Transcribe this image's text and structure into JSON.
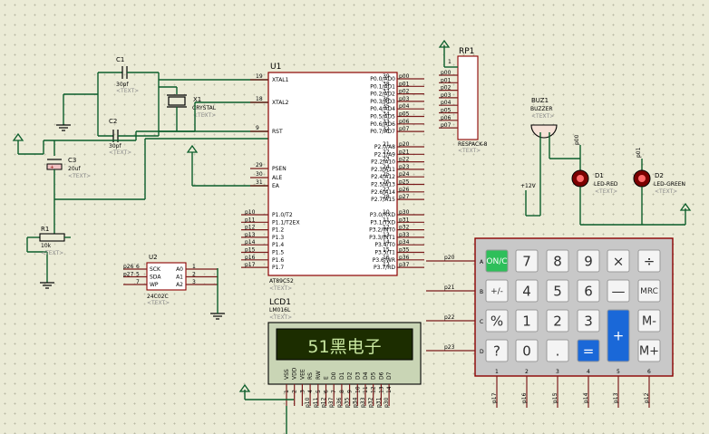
{
  "mcu": {
    "ref": "U1",
    "part": "AT89C52",
    "text": "<TEXT>",
    "left_pins": [
      {
        "num": "19",
        "name": "XTAL1"
      },
      {
        "num": "18",
        "name": "XTAL2"
      },
      {
        "num": "9",
        "name": "RST"
      },
      {
        "num": "29",
        "name": "PSEN"
      },
      {
        "num": "30",
        "name": "ALE"
      },
      {
        "num": "31",
        "name": "EA"
      }
    ],
    "p1_pins": [
      {
        "num": "1",
        "name": "P1.0/T2",
        "net": "p10"
      },
      {
        "num": "2",
        "name": "P1.1/T2EX",
        "net": "p11"
      },
      {
        "num": "3",
        "name": "P1.2",
        "net": "p12"
      },
      {
        "num": "4",
        "name": "P1.3",
        "net": "p13"
      },
      {
        "num": "5",
        "name": "P1.4",
        "net": "p14"
      },
      {
        "num": "6",
        "name": "P1.5",
        "net": "p15"
      },
      {
        "num": "7",
        "name": "P1.6",
        "net": "p16"
      },
      {
        "num": "8",
        "name": "P1.7",
        "net": "p17"
      }
    ],
    "p0_pins": [
      {
        "num": "39",
        "name": "P0.0/AD0",
        "net": "p00"
      },
      {
        "num": "38",
        "name": "P0.1/AD1",
        "net": "p01"
      },
      {
        "num": "37",
        "name": "P0.2/AD2",
        "net": "p02"
      },
      {
        "num": "36",
        "name": "P0.3/AD3",
        "net": "p03"
      },
      {
        "num": "35",
        "name": "P0.4/AD4",
        "net": "p04"
      },
      {
        "num": "34",
        "name": "P0.5/AD5",
        "net": "p05"
      },
      {
        "num": "33",
        "name": "P0.6/AD6",
        "net": "p06"
      },
      {
        "num": "32",
        "name": "P0.7/AD7",
        "net": "p07"
      }
    ],
    "p2_pins": [
      {
        "num": "21",
        "name": "P2.0/A8",
        "net": "p20"
      },
      {
        "num": "22",
        "name": "P2.1/A9",
        "net": "p21"
      },
      {
        "num": "23",
        "name": "P2.2/A10",
        "net": "p22"
      },
      {
        "num": "24",
        "name": "P2.3/A11",
        "net": "p23"
      },
      {
        "num": "25",
        "name": "P2.4/A12",
        "net": "p24"
      },
      {
        "num": "26",
        "name": "P2.5/A13",
        "net": "p25"
      },
      {
        "num": "27",
        "name": "P2.6/A14",
        "net": "p26"
      },
      {
        "num": "28",
        "name": "P2.7/A15",
        "net": "p27"
      }
    ],
    "p3_pins": [
      {
        "num": "10",
        "name": "P3.0/RXD",
        "net": "p30"
      },
      {
        "num": "11",
        "name": "P3.1/TXD",
        "net": "p31"
      },
      {
        "num": "12",
        "name": "P3.2/INT0",
        "net": "p32"
      },
      {
        "num": "13",
        "name": "P3.3/INT1",
        "net": "p33"
      },
      {
        "num": "14",
        "name": "P3.4/T0",
        "net": "p34"
      },
      {
        "num": "15",
        "name": "P3.5/T1",
        "net": "p35"
      },
      {
        "num": "16",
        "name": "P3.6/WR",
        "net": "p36"
      },
      {
        "num": "17",
        "name": "P3.7/RD",
        "net": "p37"
      }
    ]
  },
  "c1": {
    "ref": "C1",
    "value": "30pf",
    "text": "<TEXT>"
  },
  "c2": {
    "ref": "C2",
    "value": "30pf",
    "text": "<TEXT>"
  },
  "c3": {
    "ref": "C3",
    "value": "20uf",
    "text": "<TEXT>"
  },
  "x1": {
    "ref": "X1",
    "value": "CRYSTAL",
    "text": "<TEXT>"
  },
  "r1": {
    "ref": "R1",
    "value": "10k",
    "text": "<TEXT>"
  },
  "rp1": {
    "ref": "RP1",
    "part": "RESPACK-8",
    "pin1": "1",
    "text": "<TEXT>"
  },
  "buz": {
    "ref": "BUZ1",
    "part": "BUZZER",
    "text": "<TEXT>",
    "net": "p00",
    "supply": "+12V"
  },
  "d1": {
    "ref": "D1",
    "part": "LED-RED",
    "text": "<TEXT>",
    "net": "p01"
  },
  "d2": {
    "ref": "D2",
    "part": "LED-GREEN",
    "text": "<TEXT>"
  },
  "u2": {
    "ref": "U2",
    "part": "24C02C",
    "text": "<TEXT>",
    "left": [
      {
        "name": "SCK",
        "num": "6",
        "net": "p26"
      },
      {
        "name": "SDA",
        "num": "5",
        "net": "p27"
      },
      {
        "name": "WP",
        "num": "7",
        "net": ""
      }
    ],
    "right": [
      {
        "name": "A0",
        "num": "1"
      },
      {
        "name": "A1",
        "num": "2"
      },
      {
        "name": "A2",
        "num": "3"
      }
    ]
  },
  "lcd": {
    "ref": "LCD1",
    "part": "LM016L",
    "text": "<TEXT>",
    "display": "51黑电子",
    "pins": [
      "VSS",
      "VDD",
      "VEE",
      "RS",
      "RW",
      "E",
      "D0",
      "D1",
      "D2",
      "D3",
      "D4",
      "D5",
      "D6",
      "D7"
    ],
    "pin_nums": [
      "1",
      "2",
      "3",
      "4",
      "5",
      "6",
      "7",
      "8",
      "9",
      "10",
      "11",
      "12",
      "13",
      "14"
    ],
    "nets": [
      "",
      "",
      "",
      "p10",
      "p11",
      "p12",
      "p37",
      "p36",
      "p35",
      "p34",
      "p33",
      "p32",
      "p31",
      "p30"
    ]
  },
  "keypad": {
    "rows": [
      {
        "label": "A",
        "net": "p20"
      },
      {
        "label": "B",
        "net": "p21"
      },
      {
        "label": "C",
        "net": "p22"
      },
      {
        "label": "D",
        "net": "p23"
      }
    ],
    "cols": [
      {
        "label": "1",
        "net": "p17"
      },
      {
        "label": "2",
        "net": "p16"
      },
      {
        "label": "3",
        "net": "p15"
      },
      {
        "label": "4",
        "net": "p14"
      },
      {
        "label": "5",
        "net": "p13"
      },
      {
        "label": "6",
        "net": "p12"
      }
    ],
    "keys": [
      [
        "ON/C",
        "7",
        "8",
        "9",
        "×",
        "÷"
      ],
      [
        "+/-",
        "4",
        "5",
        "6",
        "—",
        "MRC"
      ],
      [
        "%",
        "1",
        "2",
        "3",
        "+",
        "M-"
      ],
      [
        "?",
        "0",
        ".",
        "=",
        "",
        "M+"
      ]
    ]
  }
}
